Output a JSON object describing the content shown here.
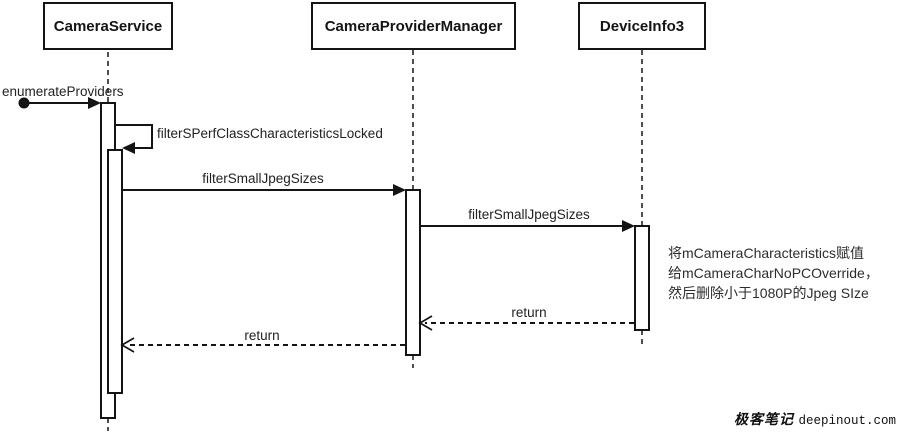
{
  "participants": [
    {
      "name": "CameraService"
    },
    {
      "name": "CameraProviderManager"
    },
    {
      "name": "DeviceInfo3"
    }
  ],
  "messages": {
    "enumerate_providers": {
      "label": "enumerateProviders",
      "type": "found-message",
      "from": "external",
      "to": "CameraService"
    },
    "filter_sperf": {
      "label": "filterSPerfClassCharacteristicsLocked",
      "type": "self-call",
      "from": "CameraService",
      "to": "CameraService"
    },
    "filter_small_jpeg_1": {
      "label": "filterSmallJpegSizes",
      "type": "call",
      "from": "CameraService",
      "to": "CameraProviderManager"
    },
    "filter_small_jpeg_2": {
      "label": "filterSmallJpegSizes",
      "type": "call",
      "from": "CameraProviderManager",
      "to": "DeviceInfo3"
    },
    "return_1": {
      "label": "return",
      "type": "return",
      "from": "DeviceInfo3",
      "to": "CameraProviderManager"
    },
    "return_2": {
      "label": "return",
      "type": "return",
      "from": "CameraProviderManager",
      "to": "CameraService"
    }
  },
  "note": {
    "lines": [
      "将mCameraCharacteristics赋值",
      "给mCameraCharNoPCOverride，",
      "然后删除小于1080P的Jpeg SIze"
    ]
  },
  "watermark": {
    "cn": "极客笔记",
    "en": "deepinout.com"
  },
  "colors": {
    "line": "#141414",
    "background": "#ffffff",
    "label_text": "#222222",
    "note_text": "#2d2d2d"
  }
}
